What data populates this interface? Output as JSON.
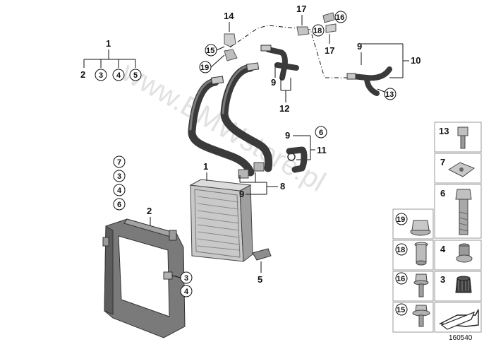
{
  "watermark": "www.BMWstore.pl",
  "diagram_code": "160540",
  "labels": {
    "n1_top": "1",
    "n2_top": "2",
    "n3_top": "3",
    "n4_top": "4",
    "n5_top": "5",
    "n14": "14",
    "n15": "15",
    "n19": "19",
    "n17a": "17",
    "n18": "18",
    "n16": "16",
    "n17b": "17",
    "n9_right": "9",
    "n10": "10",
    "n13_right": "13",
    "n9_mid": "9",
    "n12": "12",
    "n9_lower": "9",
    "n6_lower": "6",
    "n11": "11",
    "n1_rad": "1",
    "n9_bot": "9",
    "n8": "8",
    "n7_left": "7",
    "n3_left": "3",
    "n4_left": "4",
    "n6_left": "6",
    "n2_frame": "2",
    "n3_frame": "3",
    "n4_frame": "4",
    "n5_bracket": "5"
  },
  "parts_table": [
    {
      "num": "13",
      "circled": false,
      "icon": "hex-socket-screw-icon"
    },
    {
      "num": "7",
      "circled": false,
      "icon": "clip-nut-icon"
    },
    {
      "num": "6",
      "circled": false,
      "icon": "hex-bolt-icon"
    },
    {
      "num": "19",
      "circled": true,
      "icon": "flange-nut-icon"
    },
    {
      "num": "18",
      "circled": true,
      "icon": "spacer-sleeve-icon"
    },
    {
      "num": "4",
      "circled": false,
      "icon": "rubber-mount-icon"
    },
    {
      "num": "16",
      "circled": true,
      "icon": "collar-screw-icon"
    },
    {
      "num": "3",
      "circled": false,
      "icon": "expanding-nut-icon"
    },
    {
      "num": "15",
      "circled": true,
      "icon": "washer-screw-icon"
    }
  ]
}
